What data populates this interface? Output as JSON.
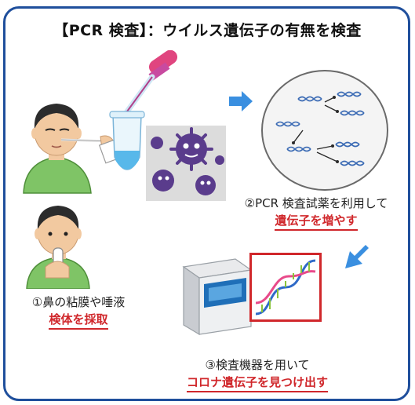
{
  "title": "【PCR 検査】：ウイルス遺伝子の有無を検査",
  "steps": [
    {
      "line": "①鼻の粘膜や唾液",
      "highlight": "検体を採取"
    },
    {
      "line": "②PCR 検査試薬を利用して",
      "highlight": "遺伝子を増やす"
    },
    {
      "line": "③検査機器を用いて",
      "highlight": "コロナ遺伝子を見つけ出す"
    }
  ],
  "colors": {
    "frame": "#1f4f9c",
    "highlight": "#d0272b",
    "arrow": "#3a8fe0",
    "virus": "#6a4a9c",
    "shirt": "#7fc466"
  },
  "icons": [
    "person-swab-icon",
    "person-saliva-icon",
    "dropper-tube-icon",
    "virus-icon",
    "dna-petri-icon",
    "pcr-machine-icon",
    "dna-helix-icon",
    "arrow-right-icon",
    "arrow-down-left-icon"
  ]
}
